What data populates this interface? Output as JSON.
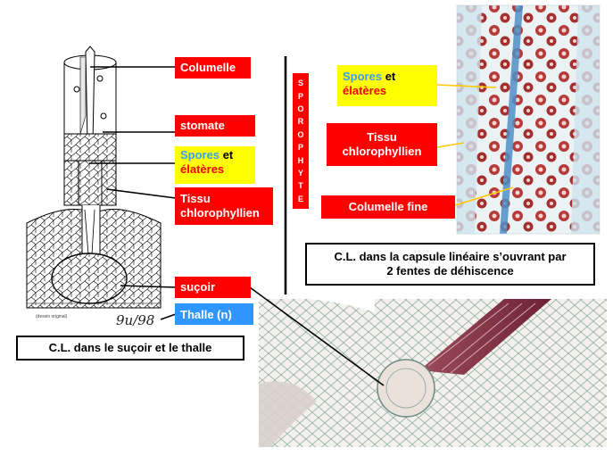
{
  "labels": {
    "columelle": "Columelle",
    "stomate": "stomate",
    "spores_word": "Spores",
    "et_word": " et",
    "elateres_word": "élatères",
    "tissu_line1": "Tissu",
    "tissu_line2": "chlorophyllien",
    "sucoir": "suçoir",
    "thalle": "Thalle (n)",
    "columelle_fine": "Columelle fine"
  },
  "sporophyte_letters": [
    "S",
    "P",
    "O",
    "R",
    "O",
    "P",
    "H",
    "Y",
    "T",
    "E"
  ],
  "captions": {
    "left": "C.L. dans le suçoir et le thalle",
    "right_line1": "C.L. dans la capsule linéaire s’ouvrant par",
    "right_line2": "2 fentes de déhiscence"
  },
  "handwritten_note": "9u/98",
  "drawing_credit": "(dessin original)",
  "colors": {
    "label_red": "#ff0000",
    "label_yellow": "#ffff00",
    "label_blue": "#2f97ff",
    "spores_blue": "#3aa0e8"
  }
}
